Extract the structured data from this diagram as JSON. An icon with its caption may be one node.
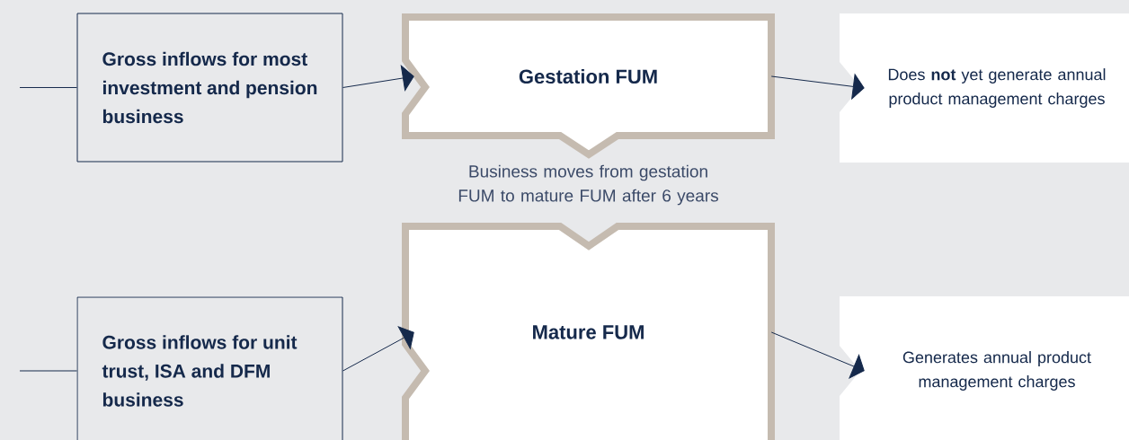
{
  "diagram": {
    "nodes": [
      {
        "text": [
          "Gross inflows for most investment and pension business"
        ]
      },
      {
        "text": [
          "Gestation FUM"
        ]
      },
      {
        "text": [
          "Does **not** yet generate annual product management charges"
        ]
      },
      {
        "text": [
          "Gross inflows for unit trust, ISA and DFM business"
        ]
      },
      {
        "text": [
          "Mature FUM"
        ]
      },
      {
        "text": [
          "Generates annual product management charges"
        ]
      }
    ],
    "edges": [
      {
        "from": null,
        "to": 0,
        "arrow": "none"
      },
      {
        "from": 0,
        "to": 1,
        "arrow": "to"
      },
      {
        "from": 1,
        "to": 2,
        "arrow": "to"
      },
      {
        "from": null,
        "to": 3,
        "arrow": "none"
      },
      {
        "from": 3,
        "to": 4,
        "arrow": "to"
      },
      {
        "from": 4,
        "to": 5,
        "arrow": "to"
      }
    ],
    "labels": [
      "Business moves from gestation FUM to mature FUM after 6 years"
    ]
  }
}
